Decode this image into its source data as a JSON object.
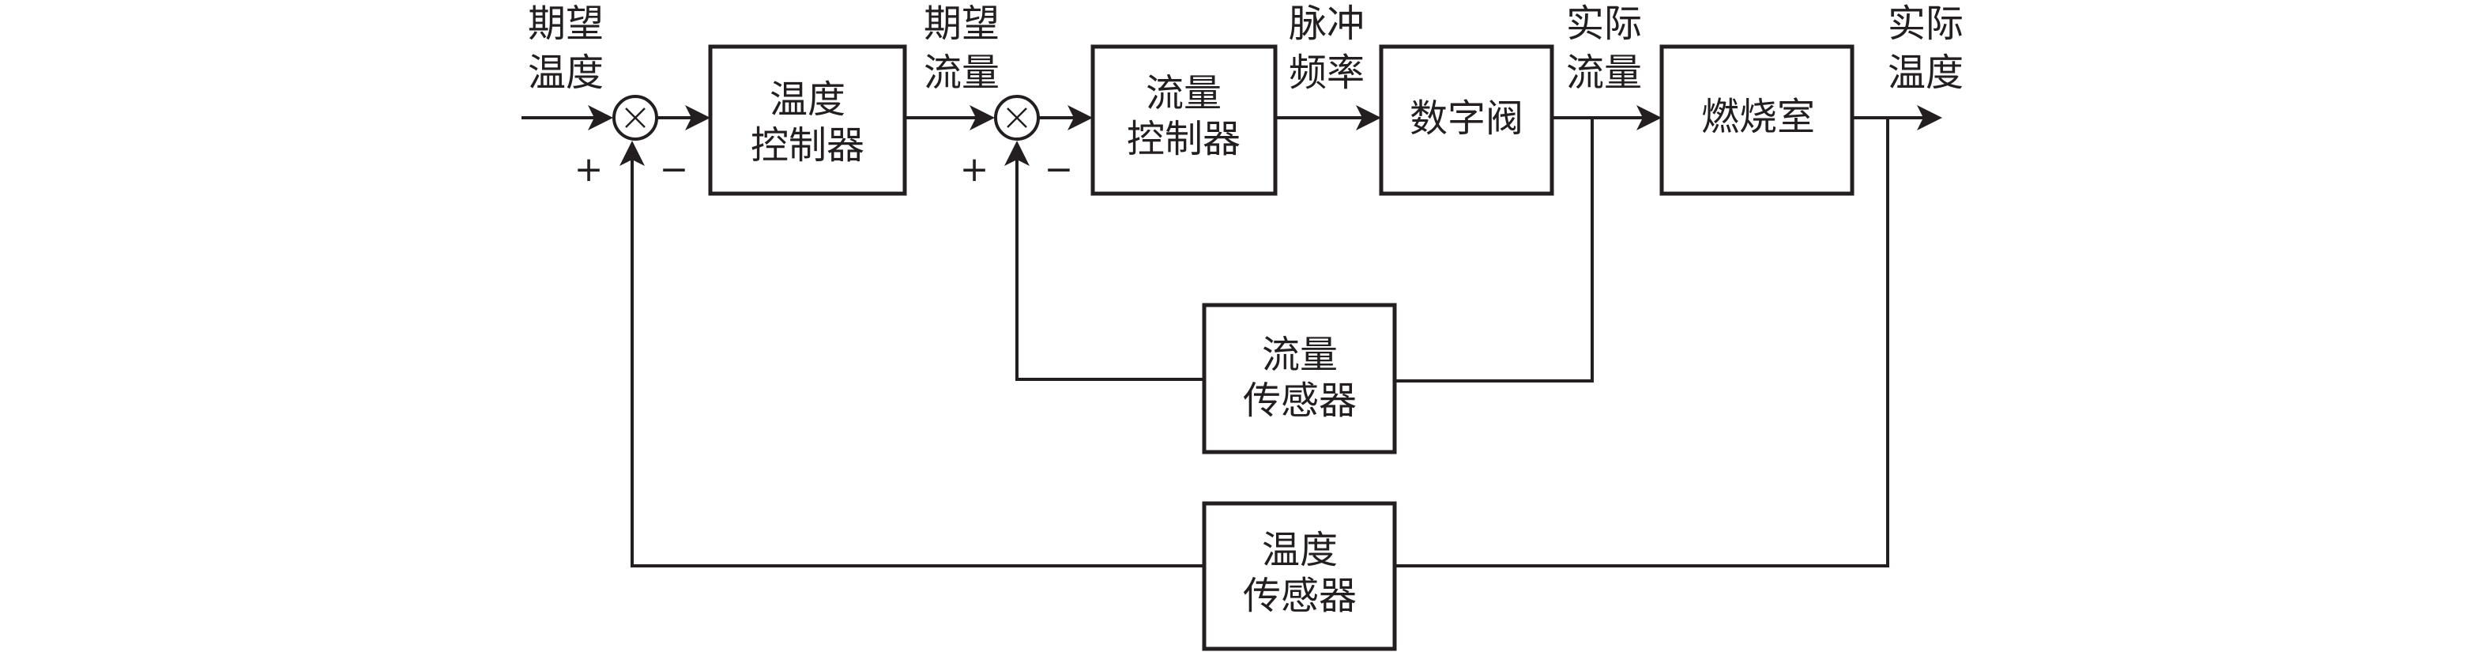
{
  "diagram": {
    "type": "closed-loop control block diagram",
    "colors": {
      "stroke": "#231f20",
      "background": "#ffffff"
    },
    "blocks": {
      "temperature_controller": [
        "温度",
        "控制器"
      ],
      "flow_controller": [
        "流量",
        "控制器"
      ],
      "digital_valve": [
        "数字阀"
      ],
      "combustion_chamber": [
        "燃烧室"
      ],
      "flow_sensor": [
        "流量",
        "传感器"
      ],
      "temperature_sensor": [
        "温度",
        "传感器"
      ]
    },
    "signals": {
      "desired_temperature": [
        "期望",
        "温度"
      ],
      "desired_flow": [
        "期望",
        "流量"
      ],
      "pulse_frequency": [
        "脉冲",
        "频率"
      ],
      "actual_flow": [
        "实际",
        "流量"
      ],
      "actual_temperature": [
        "实际",
        "温度"
      ]
    },
    "junctions": {
      "temperature_sum": {
        "symbol": "×",
        "plus": "+",
        "minus": "−"
      },
      "flow_sum": {
        "symbol": "×",
        "plus": "+",
        "minus": "−"
      }
    }
  }
}
